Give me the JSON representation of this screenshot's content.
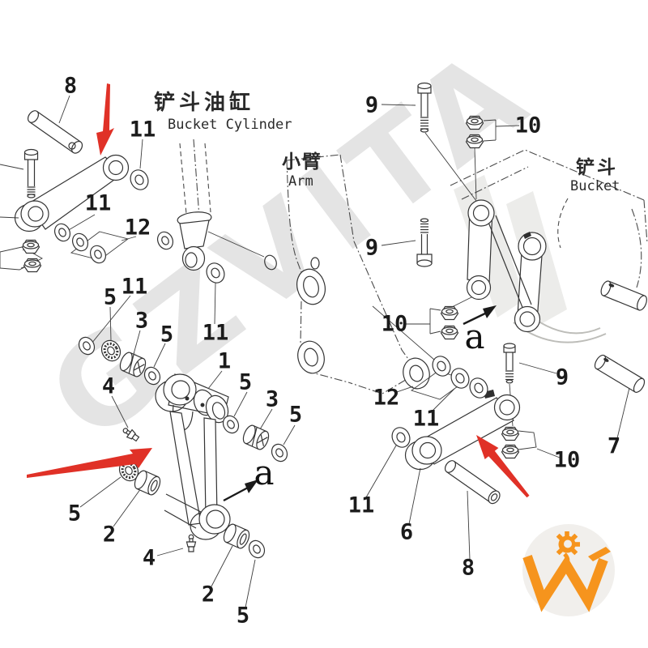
{
  "watermark": "GZVITA",
  "colors": {
    "arrow_red": "#e03127",
    "logo_orange": "#f6941d",
    "line": "#343434"
  },
  "titles": {
    "bucket_cylinder_zh": "铲斗油缸",
    "bucket_cylinder_en": "Bucket Cylinder",
    "arm_zh": "小臂",
    "arm_en": "Arm",
    "bucket_zh": "铲斗",
    "bucket_en": "Bucket"
  },
  "view_markers": {
    "a_right": "a",
    "a_center": "a"
  },
  "part_labels": {
    "pin_top": "8",
    "pin_bottom": "8",
    "bolt_top": "9",
    "bolt_mid": "9",
    "bolt_right": "9",
    "nuts_top": "10",
    "nuts_mid": "10",
    "nuts_low": "10",
    "washer_a": "11",
    "washer_b": "11",
    "washer_c": "11",
    "washer_d": "11",
    "washer_e": "11",
    "washer_f": "11",
    "shim_left": "12",
    "shim_right": "12",
    "pin_side": "7",
    "link_side": "6",
    "idler_link": "1",
    "bush2_left": "2",
    "bush2_bottom": "2",
    "bush3_left": "3",
    "bush3_right": "3",
    "zerk_left": "4",
    "zerk_bottom": "4",
    "seal_a": "5",
    "seal_b": "5",
    "seal_c": "5",
    "seal_d": "5",
    "seal_e": "5",
    "seal_f": "5"
  }
}
